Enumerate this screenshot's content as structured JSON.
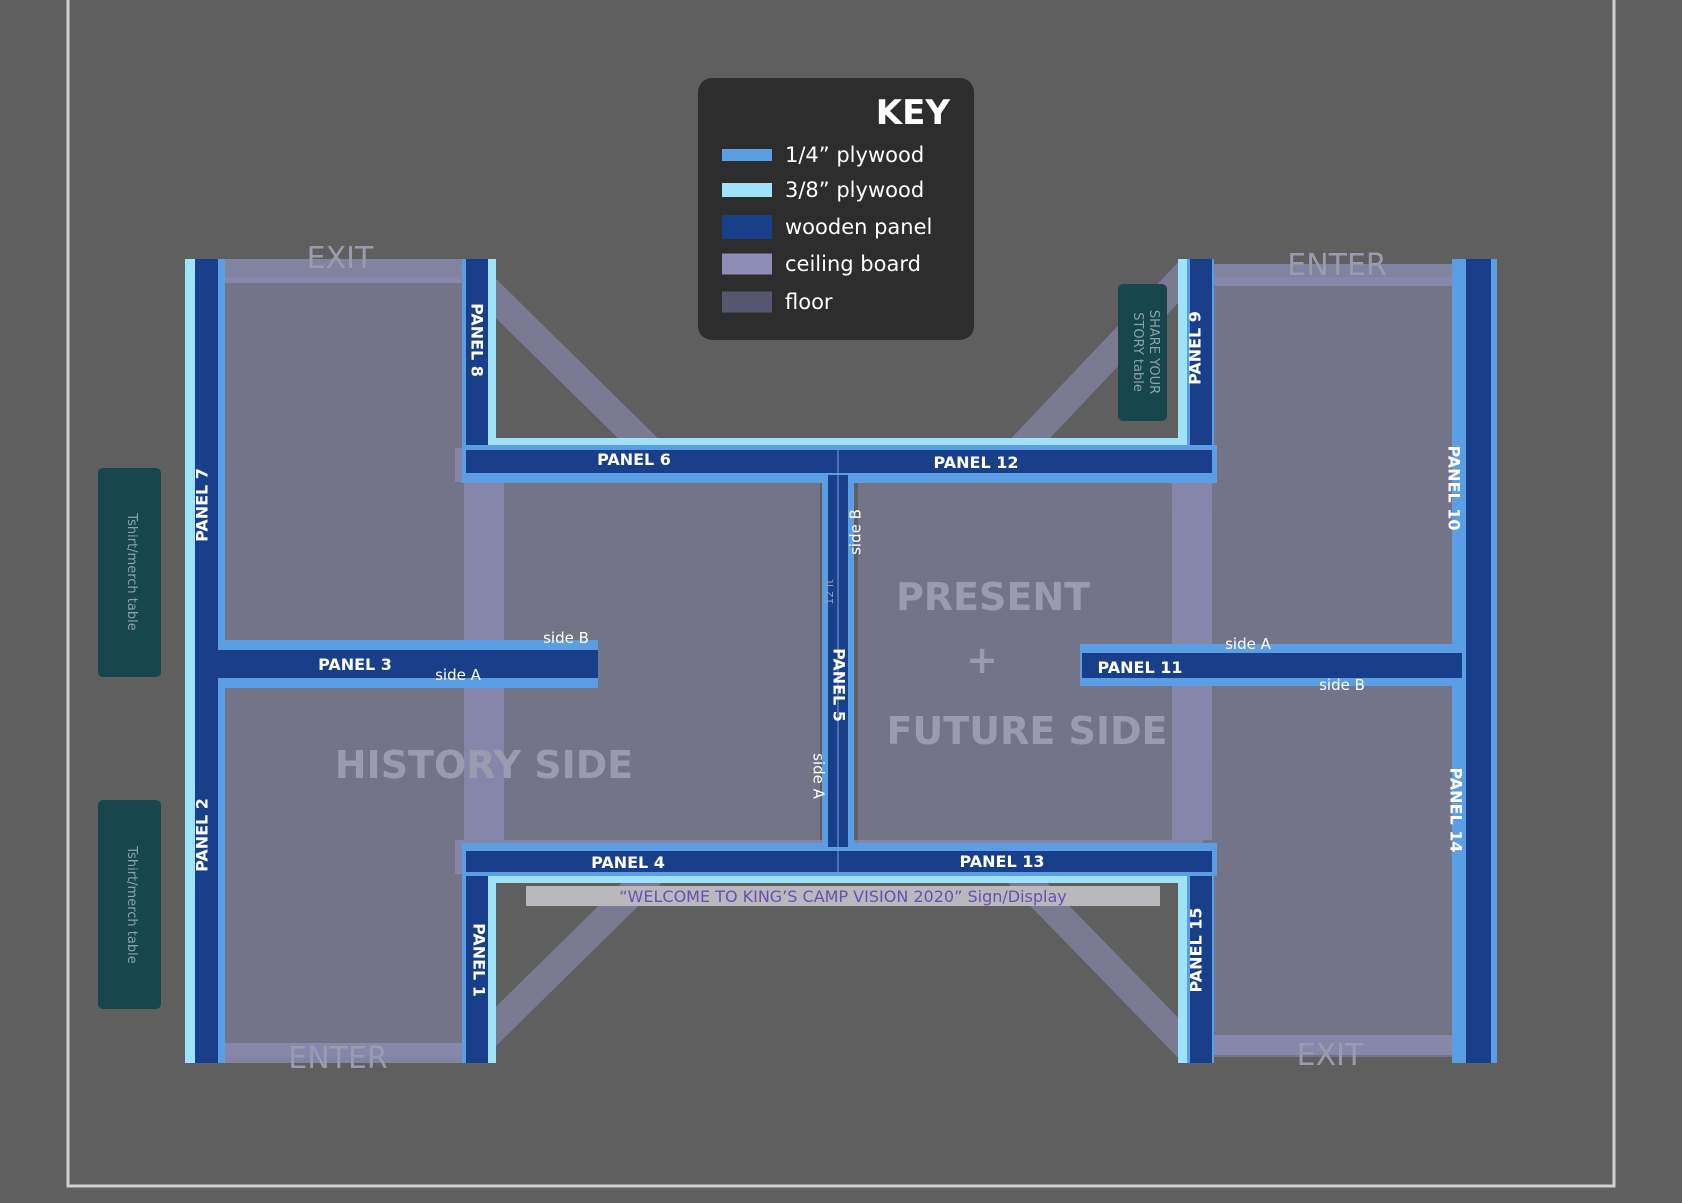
{
  "key": {
    "title": "KEY",
    "items": [
      {
        "label": "1/4” plywood",
        "color": "#5b9ee4"
      },
      {
        "label": "3/8” plywood",
        "color": "#9fe3fb"
      },
      {
        "label": "wooden panel",
        "color": "#1a3f8a"
      },
      {
        "label": "ceiling board",
        "color": "#8d8db7"
      },
      {
        "label": "floor",
        "color": "#565670"
      }
    ]
  },
  "panels": {
    "p1": "PANEL 1",
    "p2": "PANEL 2",
    "p3": "PANEL 3",
    "p4": "PANEL 4",
    "p5": "PANEL 5",
    "p6": "PANEL 6",
    "p7": "PANEL 7",
    "p8": "PANEL 8",
    "p9": "PANEL 9",
    "p10": "PANEL 10",
    "p11": "PANEL 11",
    "p12": "PANEL 12",
    "p13": "PANEL 13",
    "p14": "PANEL 14",
    "p15": "PANEL 15"
  },
  "sides": {
    "a": "side A",
    "b": "side B"
  },
  "doors": {
    "exit": "EXIT",
    "enter": "ENTER"
  },
  "zones": {
    "history": "HISTORY SIDE",
    "present": "PRESENT",
    "plus": "+",
    "future": "FUTURE SIDE"
  },
  "tables": {
    "merch": "Tshirt/merch table",
    "story_line1": "SHARE YOUR",
    "story_line2": "STORY table"
  },
  "sign": "“WELCOME TO KING’S CAMP VISION 2020” Sign/Display",
  "measure": "12 ft"
}
